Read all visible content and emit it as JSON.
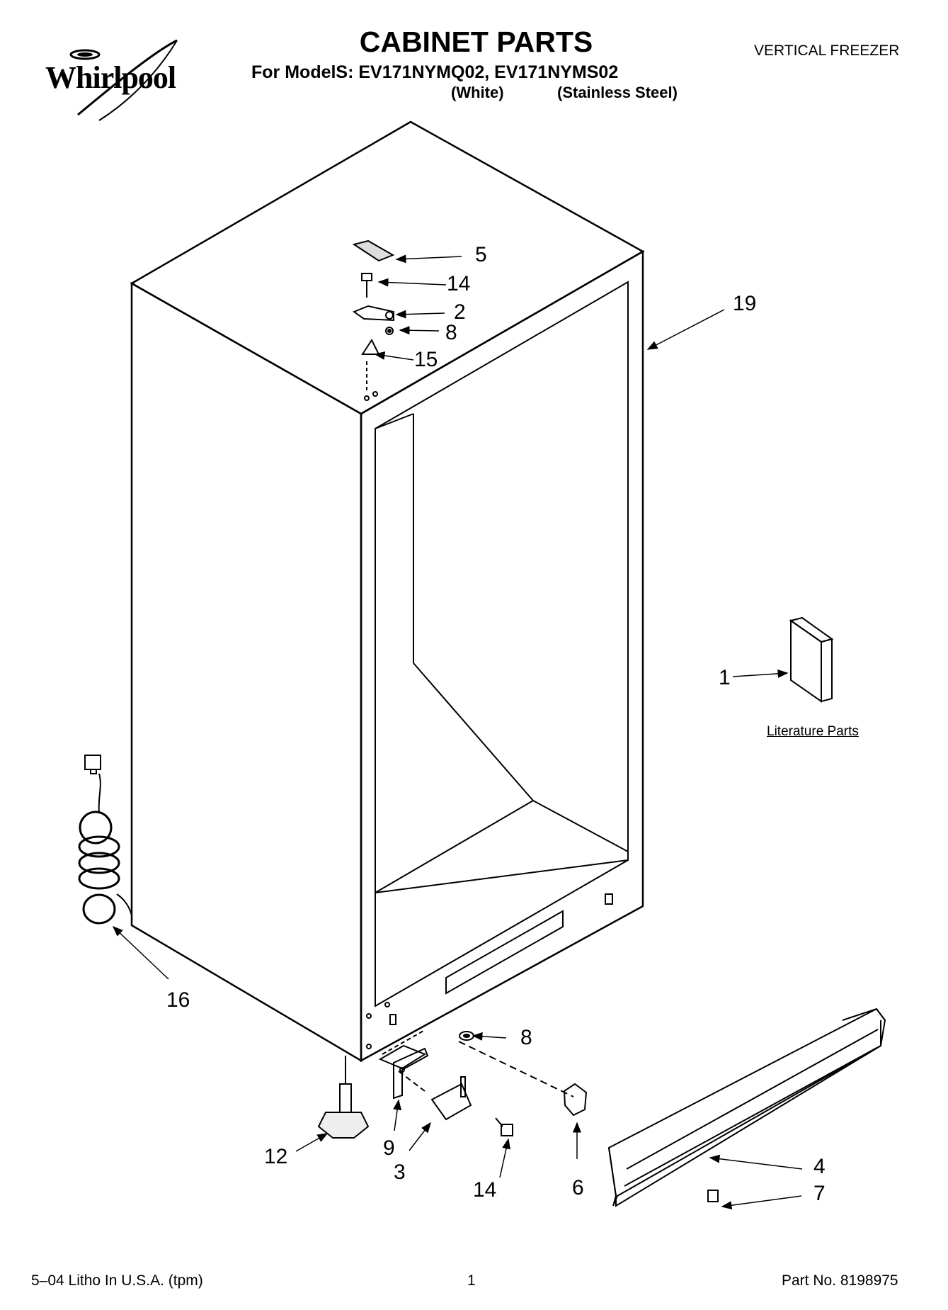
{
  "header": {
    "brand": "Whirlpool",
    "title": "CABINET PARTS",
    "models_line": "For ModelS: EV171NYMQ02, EV171NYMS02",
    "variant_white": "(White)",
    "variant_stainless": "(Stainless Steel)",
    "category": "VERTICAL FREEZER"
  },
  "callouts": {
    "c1": "1",
    "c2": "2",
    "c3": "3",
    "c4": "4",
    "c5": "5",
    "c6": "6",
    "c7": "7",
    "c8_top": "8",
    "c8_bottom": "8",
    "c9": "9",
    "c12": "12",
    "c14_top": "14",
    "c14_bottom": "14",
    "c15": "15",
    "c16": "16",
    "c19": "19"
  },
  "literature_label": "Literature Parts",
  "footer": {
    "litho": "5–04 Litho In U.S.A. (tpm)",
    "page": "1",
    "part_no": "Part No. 8198975"
  },
  "colors": {
    "ink": "#000000",
    "paper": "#ffffff"
  }
}
